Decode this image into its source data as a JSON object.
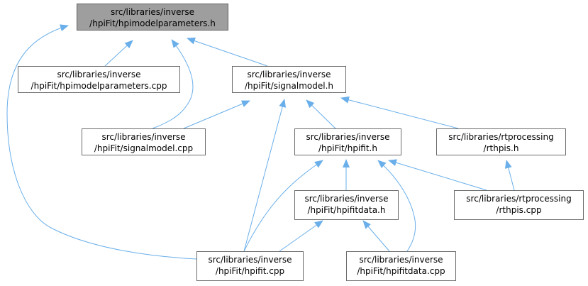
{
  "graph": {
    "edge_color": "#6aafea",
    "root_fill": "#9e9e9e",
    "node_fill": "#ffffff",
    "node_border": "#6b6b6b",
    "nodes": {
      "hpimodelparameters_h": {
        "line1": "src/libraries/inverse",
        "line2": "/hpiFit/hpimodelparameters.h"
      },
      "hpimodelparameters_cpp": {
        "line1": "src/libraries/inverse",
        "line2": "/hpiFit/hpimodelparameters.cpp"
      },
      "signalmodel_h": {
        "line1": "src/libraries/inverse",
        "line2": "/hpiFit/signalmodel.h"
      },
      "signalmodel_cpp": {
        "line1": "src/libraries/inverse",
        "line2": "/hpiFit/signalmodel.cpp"
      },
      "hpifit_h": {
        "line1": "src/libraries/inverse",
        "line2": "/hpiFit/hpifit.h"
      },
      "rthpis_h": {
        "line1": "src/libraries/rtprocessing",
        "line2": "/rthpis.h"
      },
      "hpifitdata_h": {
        "line1": "src/libraries/inverse",
        "line2": "/hpiFit/hpifitdata.h"
      },
      "rthpis_cpp": {
        "line1": "src/libraries/rtprocessing",
        "line2": "/rthpis.cpp"
      },
      "hpifit_cpp": {
        "line1": "src/libraries/inverse",
        "line2": "/hpiFit/hpifit.cpp"
      },
      "hpifitdata_cpp": {
        "line1": "src/libraries/inverse",
        "line2": "/hpiFit/hpifitdata.cpp"
      }
    }
  }
}
